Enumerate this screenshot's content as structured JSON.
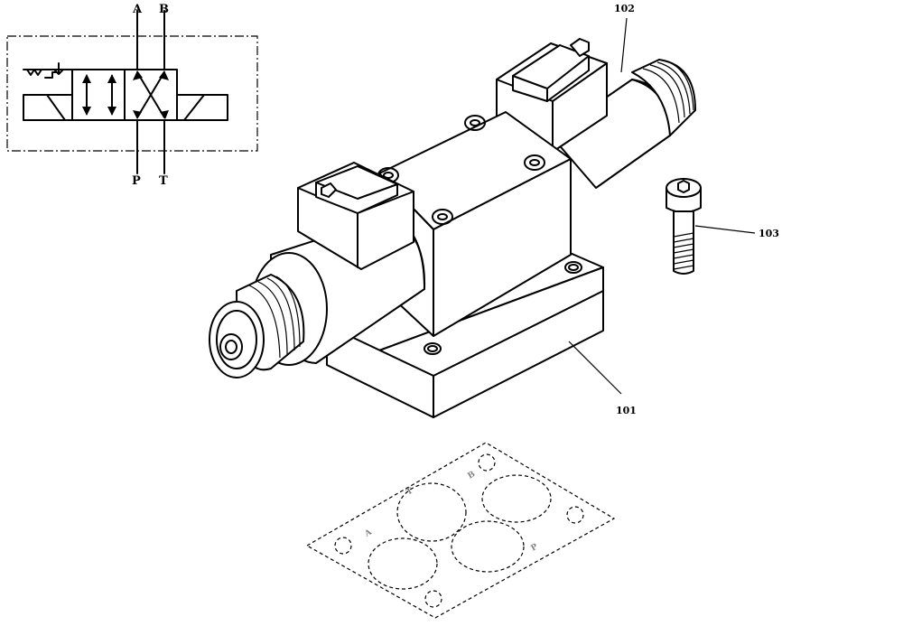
{
  "schematic": {
    "port_a": "A",
    "port_b": "B",
    "port_p": "P",
    "port_t": "T"
  },
  "callouts": {
    "valve": "101",
    "solenoid": "102",
    "screw": "103"
  },
  "gasket_marks": {
    "t": "T",
    "b": "B",
    "a": "A",
    "p": "P"
  }
}
